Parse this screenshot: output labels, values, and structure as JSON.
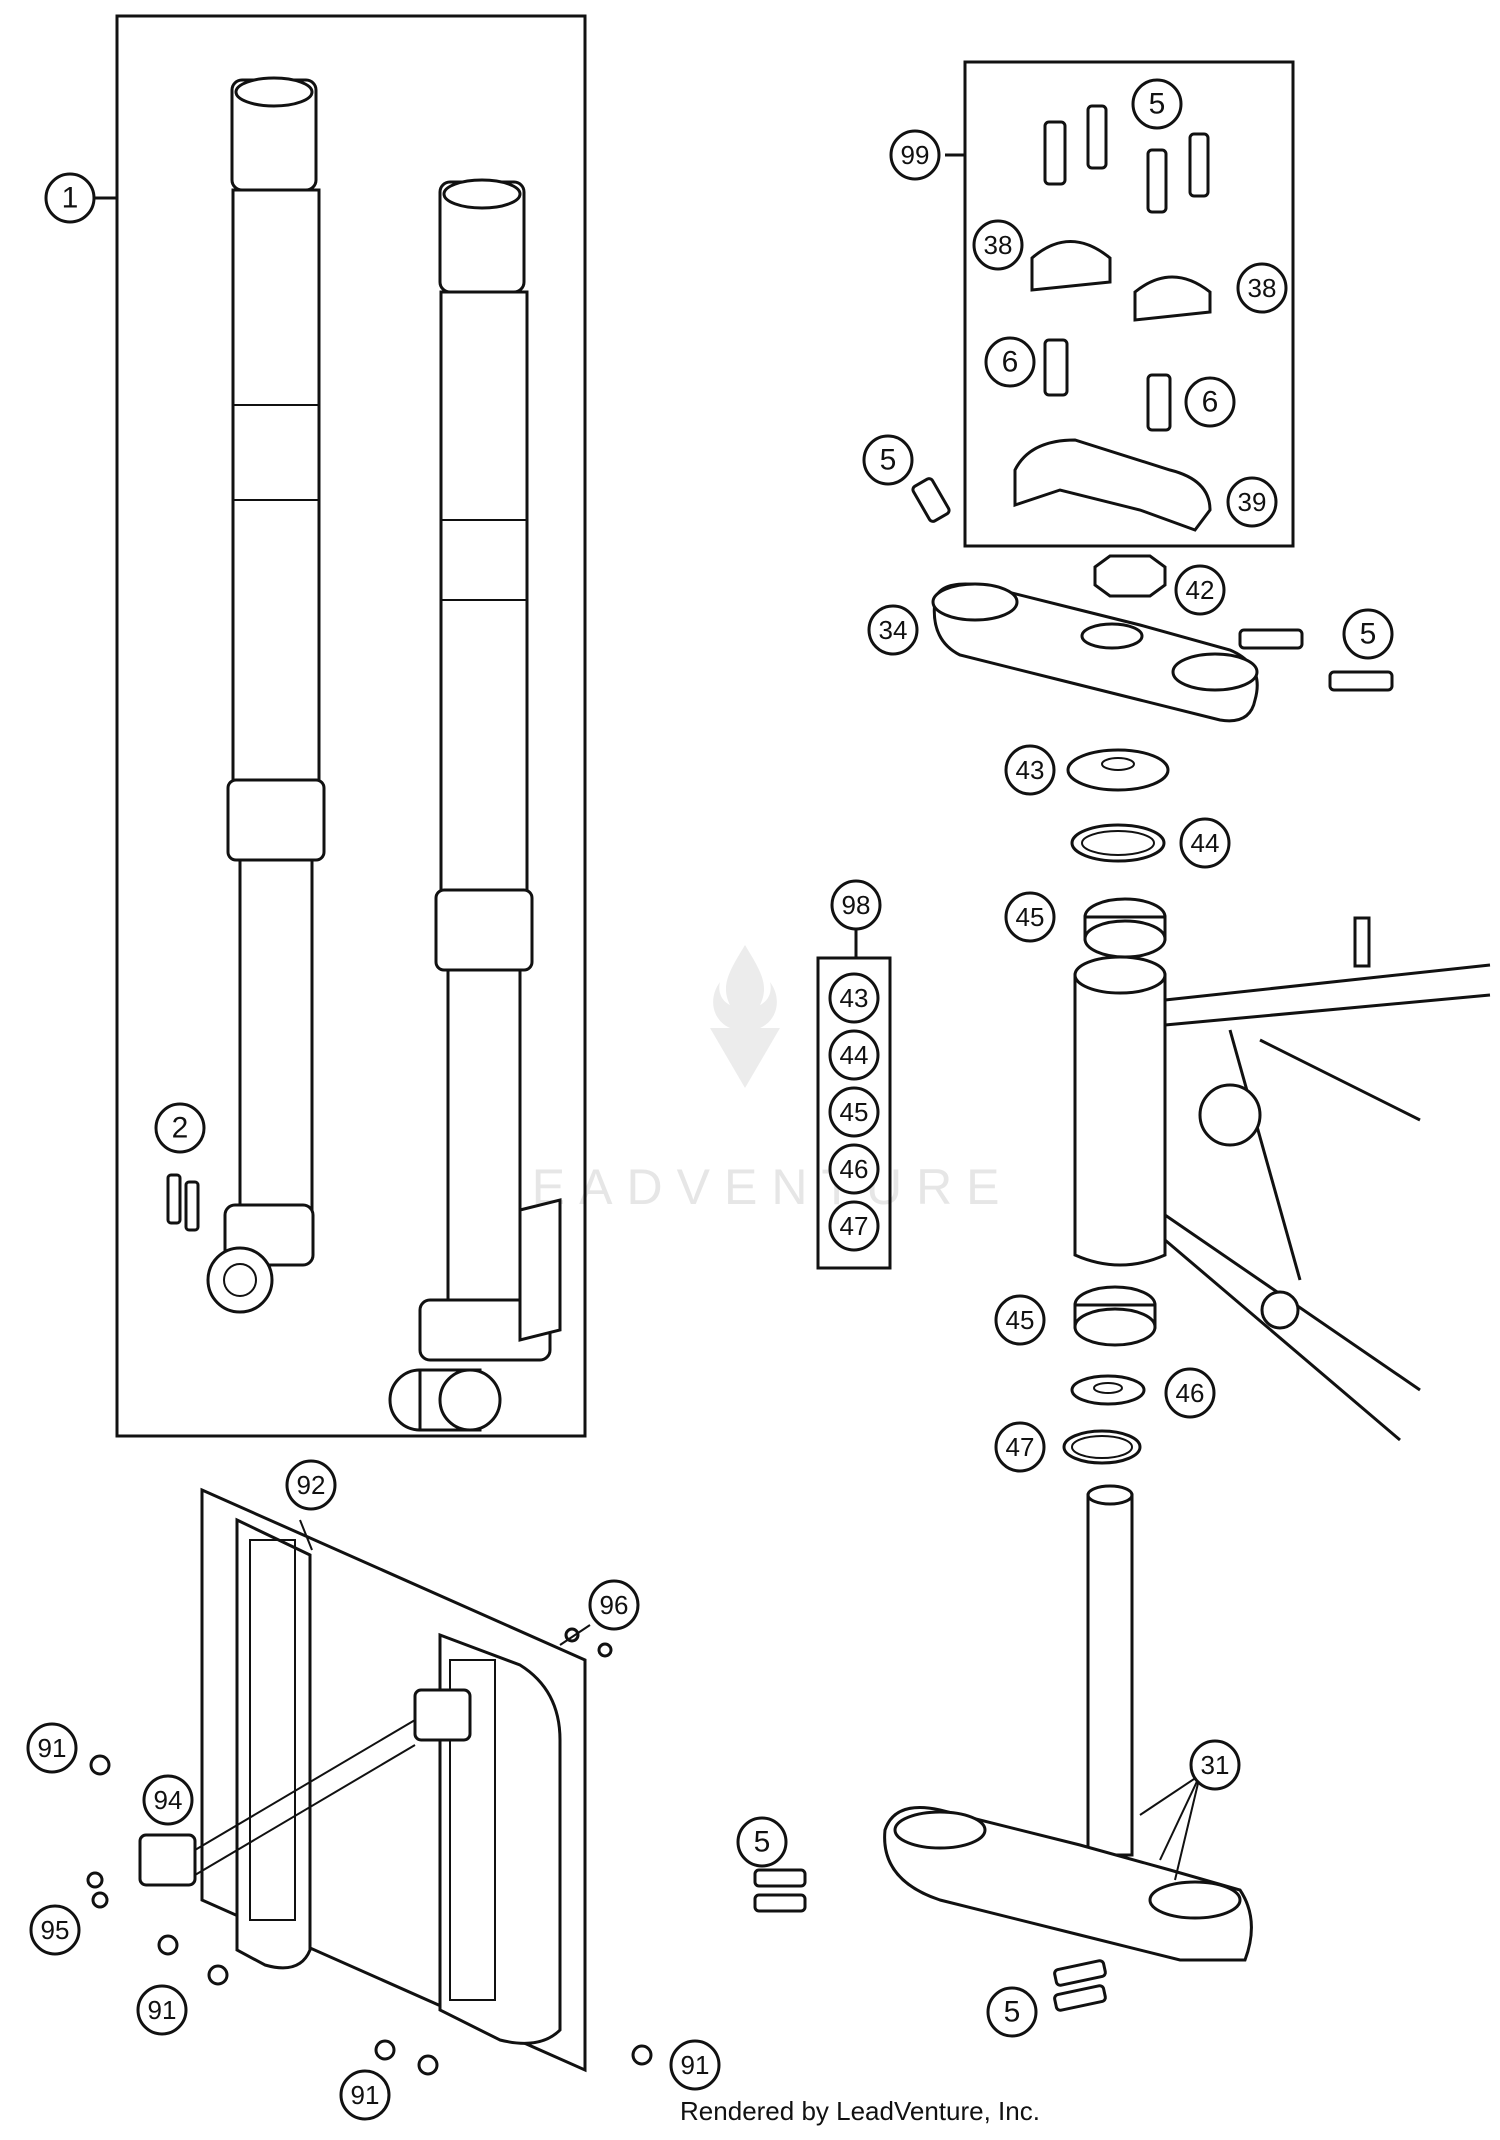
{
  "diagram": {
    "credit": "Rendered by LeadVenture, Inc.",
    "watermark": "LEADVENTURE",
    "callouts": {
      "c1": "1",
      "c2": "2",
      "c5a": "5",
      "c5b": "5",
      "c5c": "5",
      "c5d": "5",
      "c5e": "5",
      "c6a": "6",
      "c6b": "6",
      "c31": "31",
      "c34": "34",
      "c38a": "38",
      "c38b": "38",
      "c39": "39",
      "c42": "42",
      "c43": "43",
      "c44": "44",
      "c45a": "45",
      "c45b": "45",
      "c46": "46",
      "c47": "47",
      "c91a": "91",
      "c91b": "91",
      "c91c": "91",
      "c91d": "91",
      "c92": "92",
      "c94": "94",
      "c95": "95",
      "c96": "96",
      "c98": "98",
      "c99": "99",
      "k43": "43",
      "k44": "44",
      "k45": "45",
      "k46": "46",
      "k47": "47"
    }
  }
}
